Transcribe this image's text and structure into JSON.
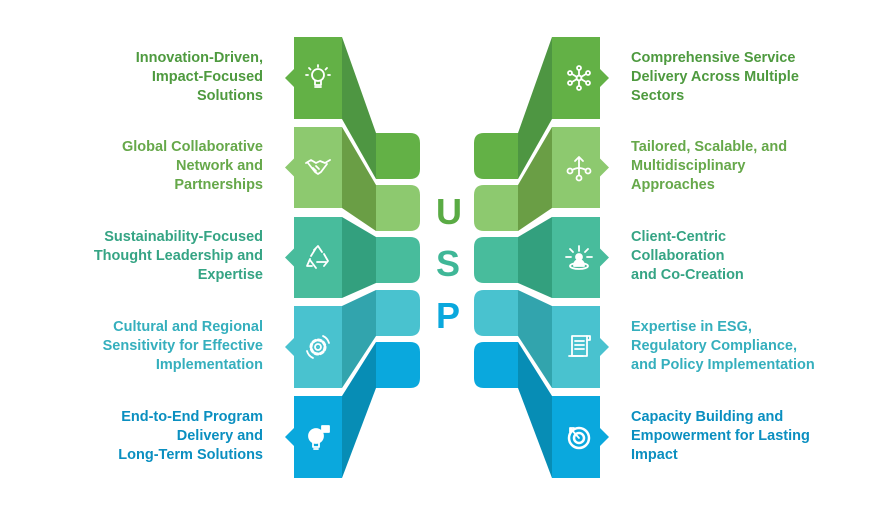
{
  "title_letters": [
    {
      "char": "U",
      "color": "#5aab44"
    },
    {
      "char": "S",
      "color": "#3fb797"
    },
    {
      "char": "P",
      "color": "#0aa8dd"
    }
  ],
  "left_items": [
    {
      "lines": [
        "Innovation-Driven,",
        "Impact-Focused",
        "Solutions"
      ],
      "icon": "lightbulb-icon",
      "text_color": "#4e9a3f"
    },
    {
      "lines": [
        "Global Collaborative",
        "Network and",
        "Partnerships"
      ],
      "icon": "handshake-icon",
      "text_color": "#66a84a"
    },
    {
      "lines": [
        "Sustainability-Focused",
        "Thought Leadership and",
        "Expertise"
      ],
      "icon": "recycle-icon",
      "text_color": "#35a484"
    },
    {
      "lines": [
        "Cultural and Regional",
        "Sensitivity for Effective",
        "Implementation"
      ],
      "icon": "gear-icon",
      "text_color": "#35afbd"
    },
    {
      "lines": [
        "End-to-End Program",
        "Delivery and",
        "Long-Term Solutions"
      ],
      "icon": "puzzle-bulb-icon",
      "text_color": "#0a8fc0"
    }
  ],
  "right_items": [
    {
      "lines": [
        "Comprehensive Service",
        "Delivery Across Multiple",
        "Sectors"
      ],
      "icon": "network-icon",
      "text_color": "#4e9a3f"
    },
    {
      "lines": [
        "Tailored, Scalable, and",
        "Multidisciplinary",
        "Approaches"
      ],
      "icon": "branch-icon",
      "text_color": "#66a84a"
    },
    {
      "lines": [
        "Client-Centric",
        "Collaboration",
        "and Co-Creation"
      ],
      "icon": "person-focus-icon",
      "text_color": "#35a484"
    },
    {
      "lines": [
        "Expertise in ESG,",
        "Regulatory Compliance,",
        "and Policy Implementation"
      ],
      "icon": "scroll-icon",
      "text_color": "#35afbd"
    },
    {
      "lines": [
        "Capacity Building and",
        "Empowerment for Lasting",
        "Impact"
      ],
      "icon": "target-icon",
      "text_color": "#0a8fc0"
    }
  ],
  "colors": {
    "box": [
      "#63b146",
      "#8dc96f",
      "#48bc9c",
      "#49c2cf",
      "#0aa8dd"
    ],
    "fold": [
      "#4e9642",
      "#6a9e45",
      "#33a07e",
      "#32a4ad",
      "#078db5"
    ]
  }
}
